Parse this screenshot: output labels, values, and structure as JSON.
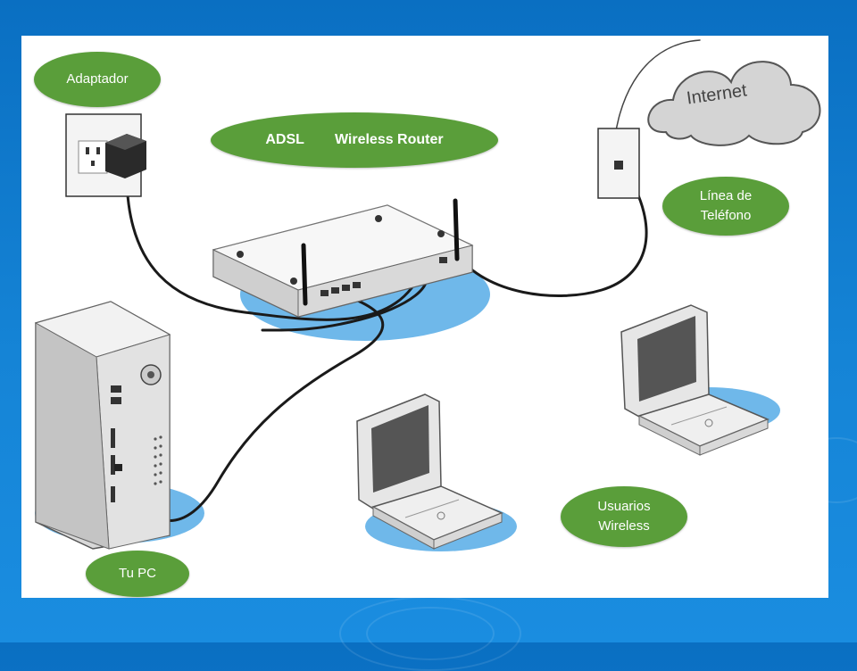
{
  "labels": {
    "adapter": "Adaptador",
    "router_left": "ADSL",
    "router_right": "Wireless Router",
    "internet": "Internet",
    "phone_line_1": "Línea de",
    "phone_line_2": "Teléfono",
    "pc": "Tu PC",
    "wireless_users_1": "Usuarios",
    "wireless_users_2": "Wireless"
  },
  "colors": {
    "label_bg": "#5a9e3a",
    "background": "#0a6fc2",
    "device_shadow": "#5fb0e8"
  }
}
